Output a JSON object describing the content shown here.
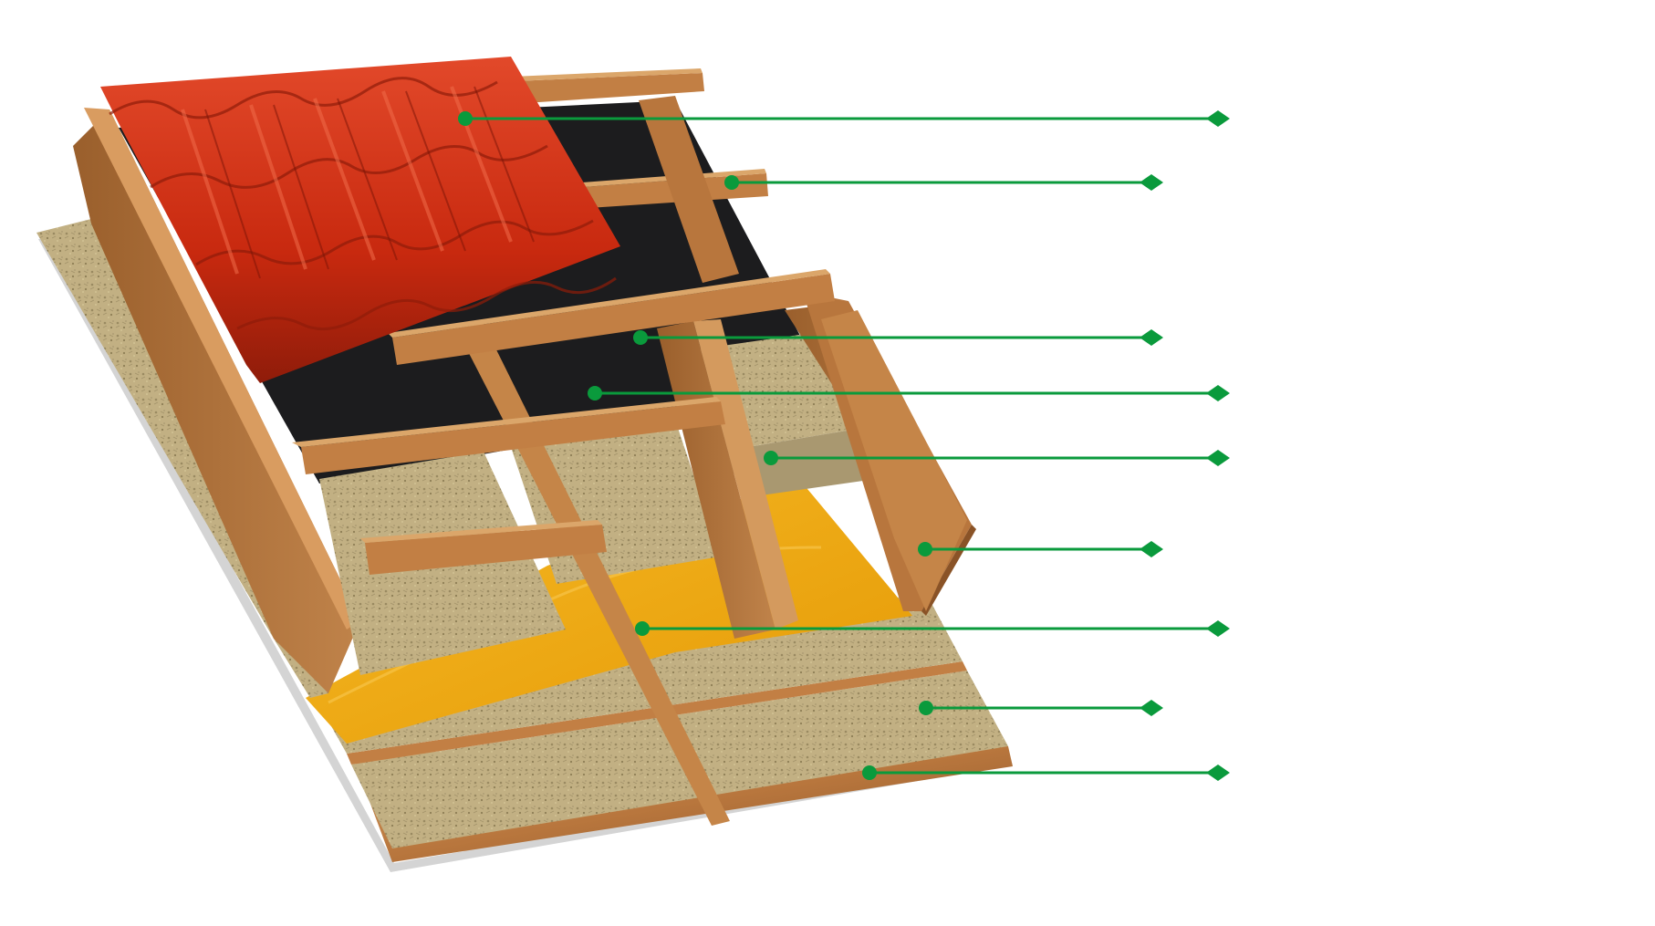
{
  "diagram": {
    "type": "roof-layer-cross-section",
    "colors": {
      "background": "#ffffff",
      "callout_line": "#0a9a3c",
      "roof_tile": "#c8290f",
      "roof_tile_highlight": "#e2492a",
      "roof_tile_shadow": "#8f1c0a",
      "wood": "#b8763d",
      "wood_dark": "#8a5327",
      "wood_light": "#d49a5e",
      "membrane_black": "#1c1c1e",
      "mineral_wool": "#c2b083",
      "mineral_wool_dark": "#9a8a61",
      "vapour_barrier_yellow": "#f2aa12",
      "shadow": "#cfcfcf"
    },
    "layers": [
      {
        "id": "roof-tiles",
        "label": ""
      },
      {
        "id": "counter-batten",
        "label": ""
      },
      {
        "id": "batten",
        "label": ""
      },
      {
        "id": "waterproofing-membrane",
        "label": ""
      },
      {
        "id": "mineral-wool-insulation",
        "label": ""
      },
      {
        "id": "rafter",
        "label": ""
      },
      {
        "id": "vapour-barrier",
        "label": ""
      },
      {
        "id": "inner-insulation",
        "label": ""
      },
      {
        "id": "interior-lathing",
        "label": ""
      }
    ]
  }
}
